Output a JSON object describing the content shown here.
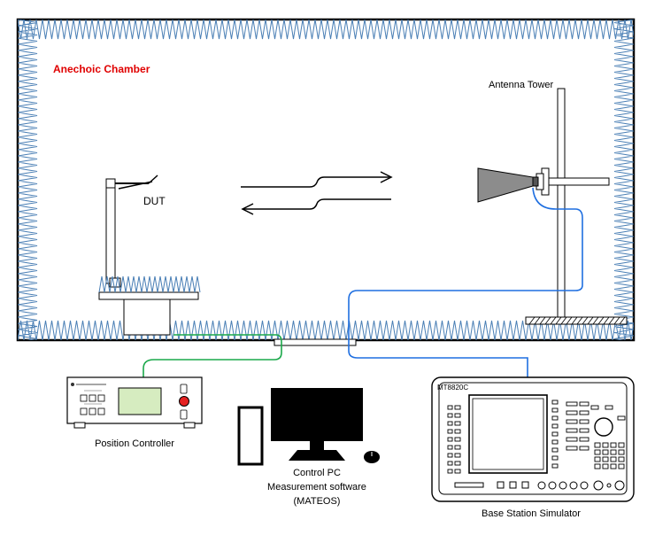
{
  "chamber": {
    "label": "Anechoic Chamber",
    "label_color": "#e00000"
  },
  "labels": {
    "dut": "DUT",
    "antenna_tower": "Antenna  Tower",
    "position_controller": "Position Controller",
    "control_pc_line1": "Control PC",
    "control_pc_line2": "Measurement software",
    "control_pc_line3": "(MATEOS)",
    "base_station": "Base Station Simulator",
    "simulator_model": "MT8820C"
  },
  "colors": {
    "absorber": "#4a7fb5",
    "cable_green": "#1aa84a",
    "cable_blue": "#1f6fe0",
    "lcd": "#d6ecc0",
    "knob_red": "#e52222",
    "horn": "#8c8c8c"
  }
}
